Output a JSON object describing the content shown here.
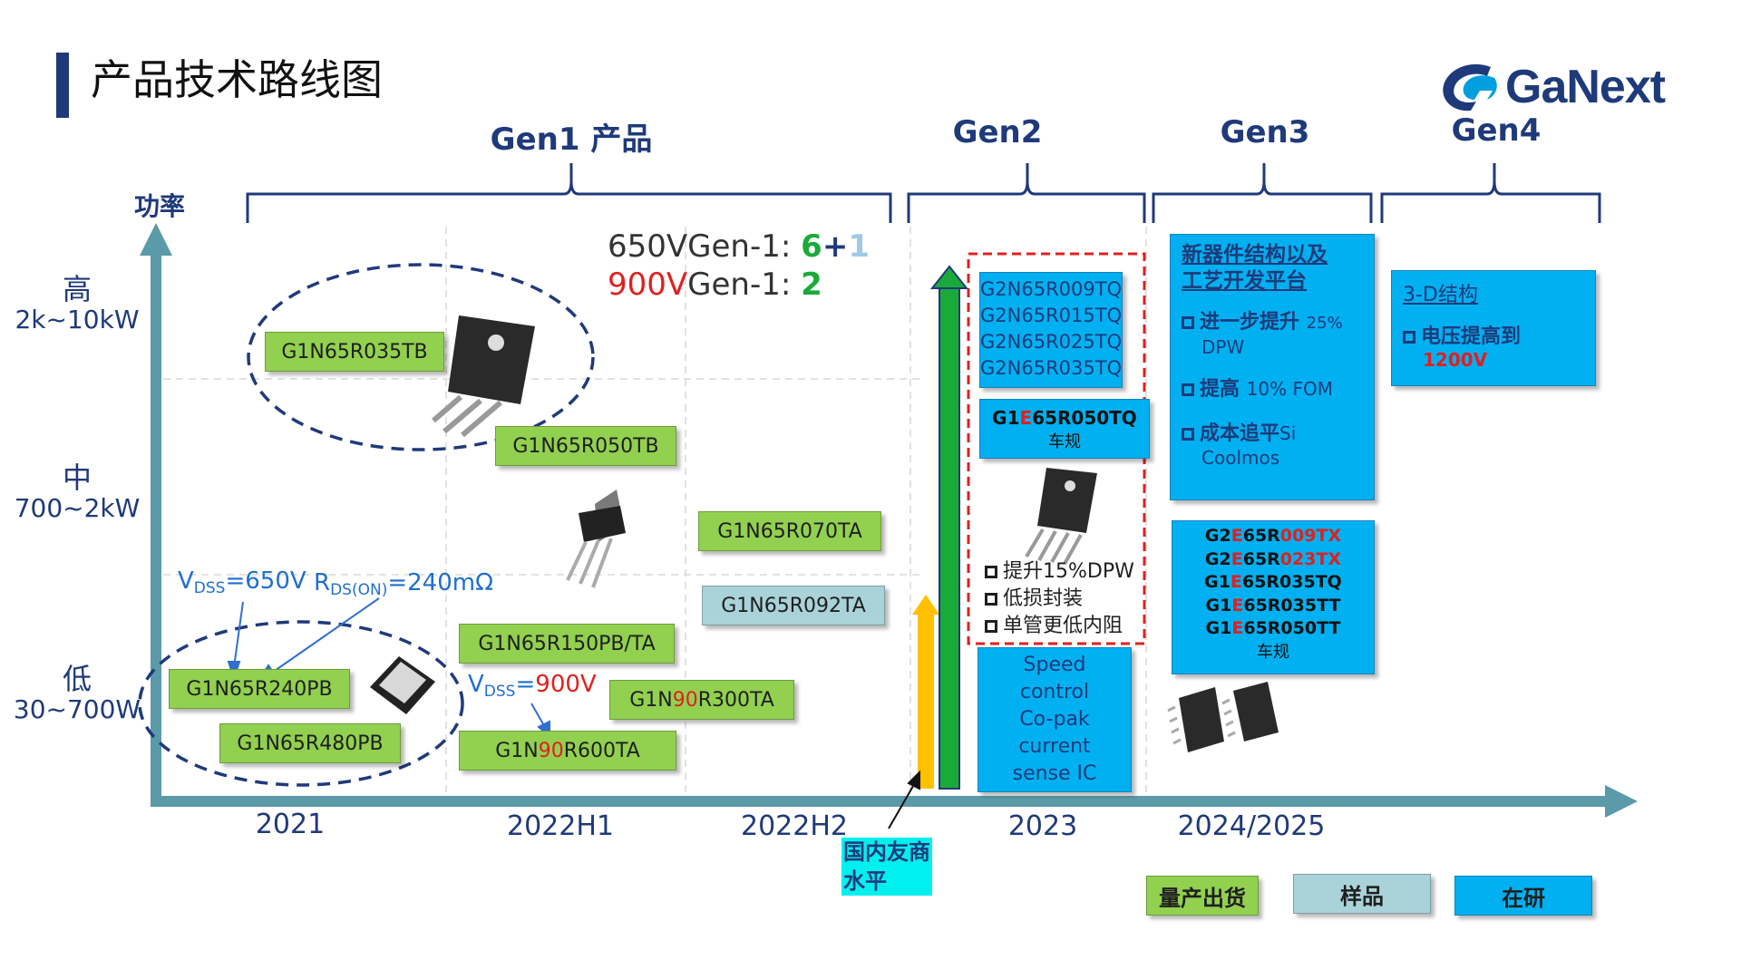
{
  "title": "产品技术路线图",
  "brand": "GaNext",
  "generations": [
    "Gen1 产品",
    "Gen2",
    "Gen3",
    "Gen4"
  ],
  "y_axis": {
    "label": "功率",
    "levels": [
      {
        "name": "高",
        "range": "2k~10kW"
      },
      {
        "name": "中",
        "range": "700~2kW"
      },
      {
        "name": "低",
        "range": "30~700W"
      }
    ]
  },
  "x_axis": {
    "ticks": [
      "2021",
      "2022H1",
      "2022H2",
      "2023",
      "2024/2025"
    ]
  },
  "gen_summary": {
    "line1_prefix": "650VGen-1: ",
    "line1_a": "6",
    "line1_plus": "+",
    "line1_b": "1",
    "line2_prefix_red": "900V",
    "line2_prefix": "Gen-1: ",
    "line2_a": "2"
  },
  "specs": {
    "vdss_650": {
      "v": "V",
      "sub": "DSS",
      "rest": "=650V"
    },
    "rdson": {
      "v": "R",
      "sub": "DS(ON)",
      "rest": "=240mΩ"
    },
    "vdss_900": {
      "v": "V",
      "sub": "DSS",
      "rest": "=",
      "red": "900V"
    }
  },
  "gen1_products": {
    "p035tb": "G1N65R035TB",
    "p050tb": "G1N65R050TB",
    "p070ta": "G1N65R070TA",
    "p092ta": "G1N65R092TA",
    "p150": "G1N65R150PB/TA",
    "p240": "G1N65R240PB",
    "p480": "G1N65R480PB",
    "p300_a": "G1N",
    "p300_b": "90",
    "p300_c": "R300TA",
    "p600_a": "G1N",
    "p600_b": "90",
    "p600_c": "R600TA"
  },
  "gen2": {
    "products": [
      "G2N65R009TQ",
      "G2N65R015TQ",
      "G2N65R025TQ",
      "G2N65R035TQ"
    ],
    "auto_a": "G1",
    "auto_b": "E",
    "auto_c": "65R050TQ",
    "auto_note": "车规",
    "features": [
      "提升15%DPW",
      "低损封装",
      "单管更低内阻"
    ],
    "speed_lines": [
      "Speed",
      "control",
      "Co-pak",
      "current",
      "sense IC"
    ]
  },
  "domestic_label": [
    "国内友商",
    "水平"
  ],
  "gen3": {
    "platform_title_1": "新器件结构以及",
    "platform_title_2": "工艺开发平台",
    "items": [
      {
        "main": "进一步提升 ",
        "small": "25%",
        "line2": "DPW"
      },
      {
        "main": "提高 ",
        "small": "10% FOM",
        "line2": ""
      },
      {
        "main": "成本追平",
        "small": "Si",
        "line2": "Coolmos"
      }
    ],
    "products": [
      {
        "a": "G2",
        "b": "E",
        "c": "65R",
        "d": "009",
        "e": "TX"
      },
      {
        "a": "G2",
        "b": "E",
        "c": "65R",
        "d": "023",
        "e": "TX"
      },
      {
        "a": "G1",
        "b": "E",
        "c": "65R035TQ",
        "d": "",
        "e": ""
      },
      {
        "a": "G1",
        "b": "E",
        "c": "65R035TT",
        "d": "",
        "e": ""
      },
      {
        "a": "G1",
        "b": "E",
        "c": "65R050TT",
        "d": "",
        "e": ""
      }
    ],
    "products_note": "车规"
  },
  "gen4": {
    "title": "3-D结构",
    "item_main": "电压提高到",
    "item_red": "1200V"
  },
  "legend": [
    "量产出货",
    "样品",
    "在研"
  ],
  "colors": {
    "production": "#92d050",
    "sample": "#a9d3d9",
    "research": "#00b0f0",
    "axis": "#5b9aa8",
    "brand": "#1f3a7a",
    "highlight_red": "#e02020",
    "highlight_green": "#1aaa3a",
    "highlight_lightblue": "#9fc9e6"
  }
}
